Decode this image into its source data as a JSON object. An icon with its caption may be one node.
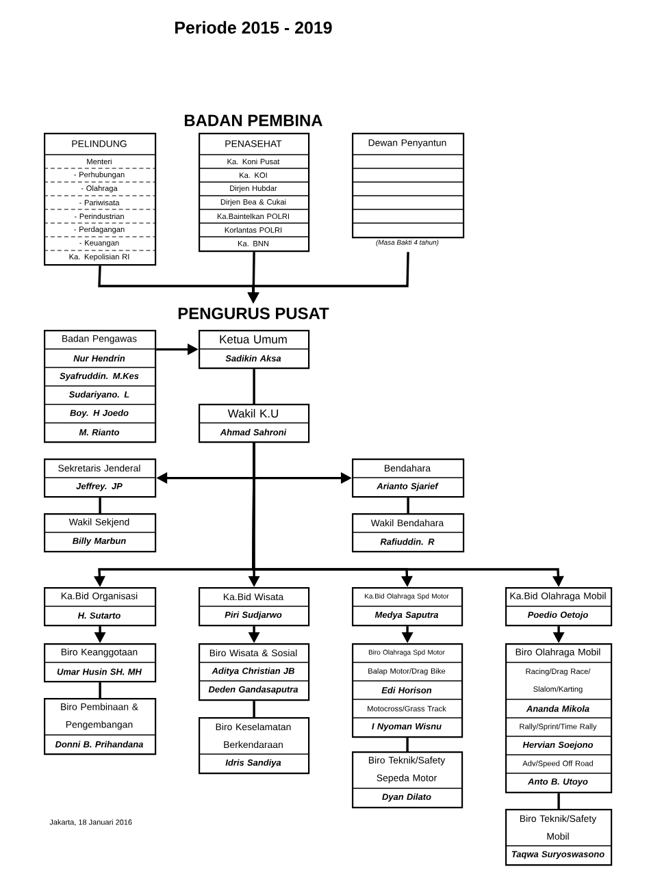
{
  "diagram": {
    "title": "Periode 2015 - 2019",
    "nodes": [
      {
        "text": [
          "PELINDUNG",
          "Menteri",
          "- Perhubungan",
          "- Olahraga",
          "- Pariwisata",
          "- Perindustrian",
          "- Perdagangan",
          "- Keuangan",
          "Ka. Kepolisian RI"
        ]
      },
      {
        "text": [
          "PENASEHAT",
          "Ka. Koni Pusat",
          "Ka. KOI",
          "Dirjen Hubdar",
          "Dirjen Bea & Cukai",
          "Ka.Baintelkan POLRI",
          "Korlantas POLRI",
          "Ka. BNN"
        ]
      },
      {
        "text": [
          "Dewan Penyantun"
        ],
        "beside": [
          "(Masa Bakti 4 tahun)"
        ]
      },
      {
        "text": [
          "PENGURUS PUSAT"
        ]
      },
      {
        "text": [
          "Badan Pengawas",
          "Nur Hendrin",
          "Syafruddin. M.Kes",
          "Sudariyano. L",
          "Boy. H Joedo",
          "M. Rianto"
        ]
      },
      {
        "text": [
          "Ketua Umum",
          "Sadikin Aksa"
        ]
      },
      {
        "text": [
          "Wakil K.U",
          "Ahmad Sahroni"
        ]
      },
      {
        "text": [
          "Sekretaris Jenderal",
          "Jeffrey. JP"
        ]
      },
      {
        "text": [
          "Bendahara",
          "Arianto Sjarief"
        ]
      },
      {
        "text": [
          "Wakil Sekjend",
          "Billy Marbun"
        ]
      },
      {
        "text": [
          "Wakil Bendahara",
          "Rafiuddin. R"
        ]
      },
      {
        "text": [
          "Ka.Bid Organisasi",
          "H. Sutarto"
        ]
      },
      {
        "text": [
          "Ka.Bid Wisata",
          "Piri Sudjarwo"
        ]
      },
      {
        "text": [
          "Ka.Bid Olahraga Spd Motor",
          "Medya Saputra"
        ]
      },
      {
        "text": [
          "Ka.Bid Olahraga Mobil",
          "Poedio Oetojo"
        ]
      },
      {
        "text": [
          "Biro Keanggotaan",
          "Umar Husin SH. MH"
        ]
      },
      {
        "text": [
          "Biro Wisata & Sosial",
          "Aditya Christian JB",
          "Deden Gandasaputra"
        ]
      },
      {
        "text": [
          "Biro Olahraga Spd Motor",
          "Balap Motor/Drag Bike",
          "Edi Horison",
          "Motocross/Grass Track",
          "I Nyoman Wisnu"
        ]
      },
      {
        "text": [
          "Biro Olahraga Mobil",
          "Racing/Drag Race/ Slalom/Karting",
          "Ananda Mikola",
          "Rally/Sprint/Time Rally",
          "Hervian Soejono",
          "Adv/Speed Off Road",
          "Anto B. Utoyo"
        ]
      },
      {
        "text": [
          "Biro Pembinaan & Pengembangan",
          "Donni B. Prihandana"
        ]
      },
      {
        "text": [
          "Biro Keselamatan Berkendaraan",
          "Idris Sandiya"
        ]
      },
      {
        "text": [
          "Biro Teknik/Safety Sepeda Motor",
          "Dyan Dilato"
        ]
      },
      {
        "text": [
          "Biro Teknik/Safety Mobil",
          "Taqwa Suryoswasono"
        ]
      }
    ],
    "edges": [
      {
        "from": 0,
        "to": 3,
        "arrow": "to"
      },
      {
        "from": 1,
        "to": 3,
        "arrow": "to"
      },
      {
        "from": 2,
        "to": 3,
        "arrow": "to"
      },
      {
        "from": 4,
        "to": 5,
        "arrow": "to"
      },
      {
        "from": 5,
        "to": 6,
        "arrow": "none"
      },
      {
        "from": 6,
        "to": 7,
        "arrow": "to"
      },
      {
        "from": 6,
        "to": 8,
        "arrow": "to"
      },
      {
        "from": 7,
        "to": 9,
        "arrow": "none"
      },
      {
        "from": 8,
        "to": 10,
        "arrow": "none"
      },
      {
        "from": 6,
        "to": 11,
        "arrow": "to"
      },
      {
        "from": 6,
        "to": 12,
        "arrow": "to"
      },
      {
        "from": 6,
        "to": 13,
        "arrow": "to"
      },
      {
        "from": 6,
        "to": 14,
        "arrow": "to"
      },
      {
        "from": 11,
        "to": 15,
        "arrow": "to"
      },
      {
        "from": 12,
        "to": 16,
        "arrow": "to"
      },
      {
        "from": 13,
        "to": 17,
        "arrow": "to"
      },
      {
        "from": 14,
        "to": 18,
        "arrow": "to"
      },
      {
        "from": 15,
        "to": 19,
        "arrow": "none"
      },
      {
        "from": 16,
        "to": 20,
        "arrow": "none"
      },
      {
        "from": 17,
        "to": 21,
        "arrow": "none"
      },
      {
        "from": 18,
        "to": 22,
        "arrow": "none"
      }
    ],
    "labels": [
      "BADAN PEMBINA",
      "Jakarta, 18 Januari 2016"
    ]
  }
}
